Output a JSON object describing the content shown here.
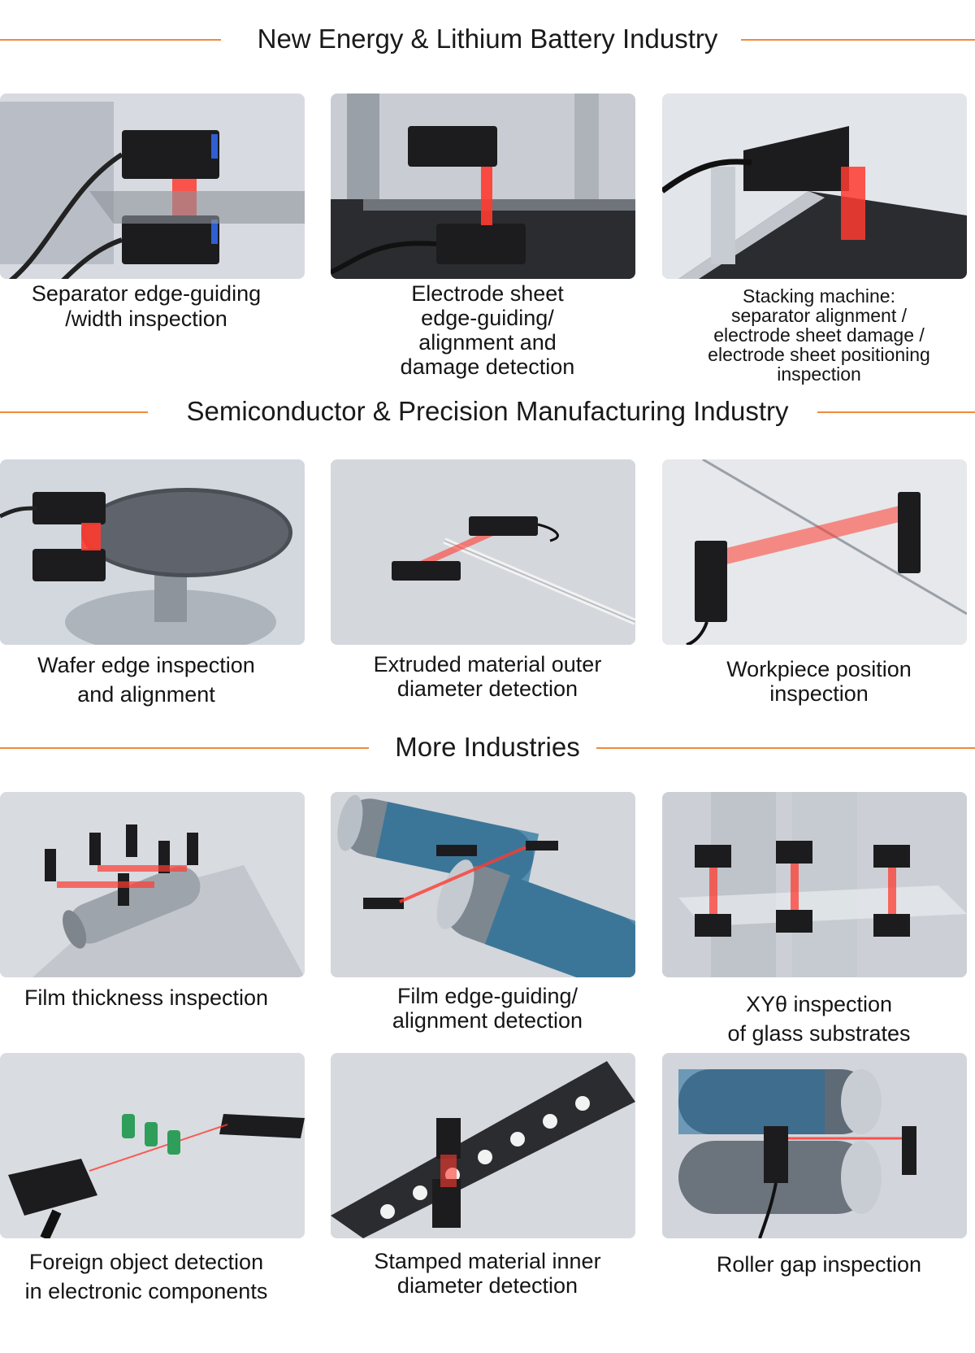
{
  "sections": {
    "battery": {
      "title": "New Energy & Lithium Battery Industry"
    },
    "semi": {
      "title": "Semiconductor & Precision Manufacturing Industry"
    },
    "more": {
      "title": "More Industries"
    }
  },
  "items": [
    {
      "caption": "Separator edge-guiding\n/width inspection"
    },
    {
      "caption": "Electrode sheet\nedge-guiding/\nalignment and\ndamage detection"
    },
    {
      "caption": "Stacking machine:\nseparator alignment /\nelectrode sheet damage /\nelectrode sheet positioning\ninspection"
    },
    {
      "caption": "Wafer edge inspection\nand alignment"
    },
    {
      "caption": "Extruded material outer\ndiameter detection"
    },
    {
      "caption": "Workpiece position\ninspection"
    },
    {
      "caption": "Film thickness inspection"
    },
    {
      "caption": "Film edge-guiding/\nalignment detection"
    },
    {
      "caption": "XYθ inspection\nof glass substrates"
    },
    {
      "caption": "Foreign object detection\nin electronic components"
    },
    {
      "caption": "Stamped material inner\ndiameter detection"
    },
    {
      "caption": "Roller gap inspection"
    }
  ],
  "colors": {
    "accent_line": "#f08a3c",
    "laser": "#ff3b30",
    "sensor": "#1c1c1e"
  }
}
